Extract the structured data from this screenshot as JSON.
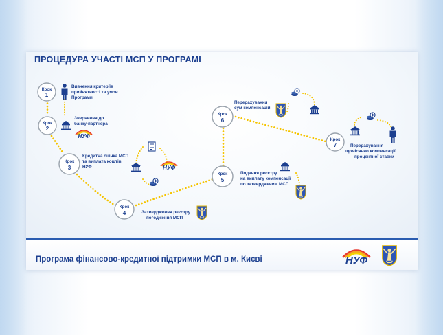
{
  "title": "ПРОЦЕДУРА УЧАСТІ МСП У ПРОГРАМІ",
  "footer": "Програма фінансово-кредитної підтримки МСП в м. Києві",
  "step_word": "Крок",
  "logo_word": "НУФ",
  "colors": {
    "accent": "#1c3f8f",
    "path": "#f5c400",
    "circle_border": "#9aa3ad"
  },
  "steps": [
    {
      "number": "1",
      "lines": [
        "Вивчення критеріїв",
        "прийнятності та умов",
        "Програми"
      ],
      "icons": [
        "person-icon"
      ]
    },
    {
      "number": "2",
      "lines": [
        "Звернення до",
        "банку-партнера"
      ],
      "icons": [
        "bank-icon",
        "nuf-logo"
      ]
    },
    {
      "number": "3",
      "lines": [
        "Кредитна оцінка МСП",
        "та виплата коштів",
        "НУФ"
      ],
      "icons": [
        "document-icon",
        "bank-icon",
        "nuf-logo",
        "money-icon"
      ]
    },
    {
      "number": "4",
      "lines": [
        "Затвердження реєстру",
        "погодження МСП"
      ],
      "icons": [
        "kyiv-coat-of-arms-icon"
      ]
    },
    {
      "number": "5",
      "lines": [
        "Подання реєстру",
        "на виплату компенсації",
        "по затвердженим МСП"
      ],
      "icons": [
        "bank-icon",
        "kyiv-coat-of-arms-icon"
      ]
    },
    {
      "number": "6",
      "lines": [
        "Перерахування",
        "сум компенсацій"
      ],
      "icons": [
        "money-icon",
        "kyiv-coat-of-arms-icon",
        "bank-icon"
      ]
    },
    {
      "number": "7",
      "lines": [
        "Перерахування",
        "щомісячно компенсації",
        "процентної ставки"
      ],
      "icons": [
        "money-icon",
        "bank-icon",
        "person-icon"
      ]
    }
  ]
}
